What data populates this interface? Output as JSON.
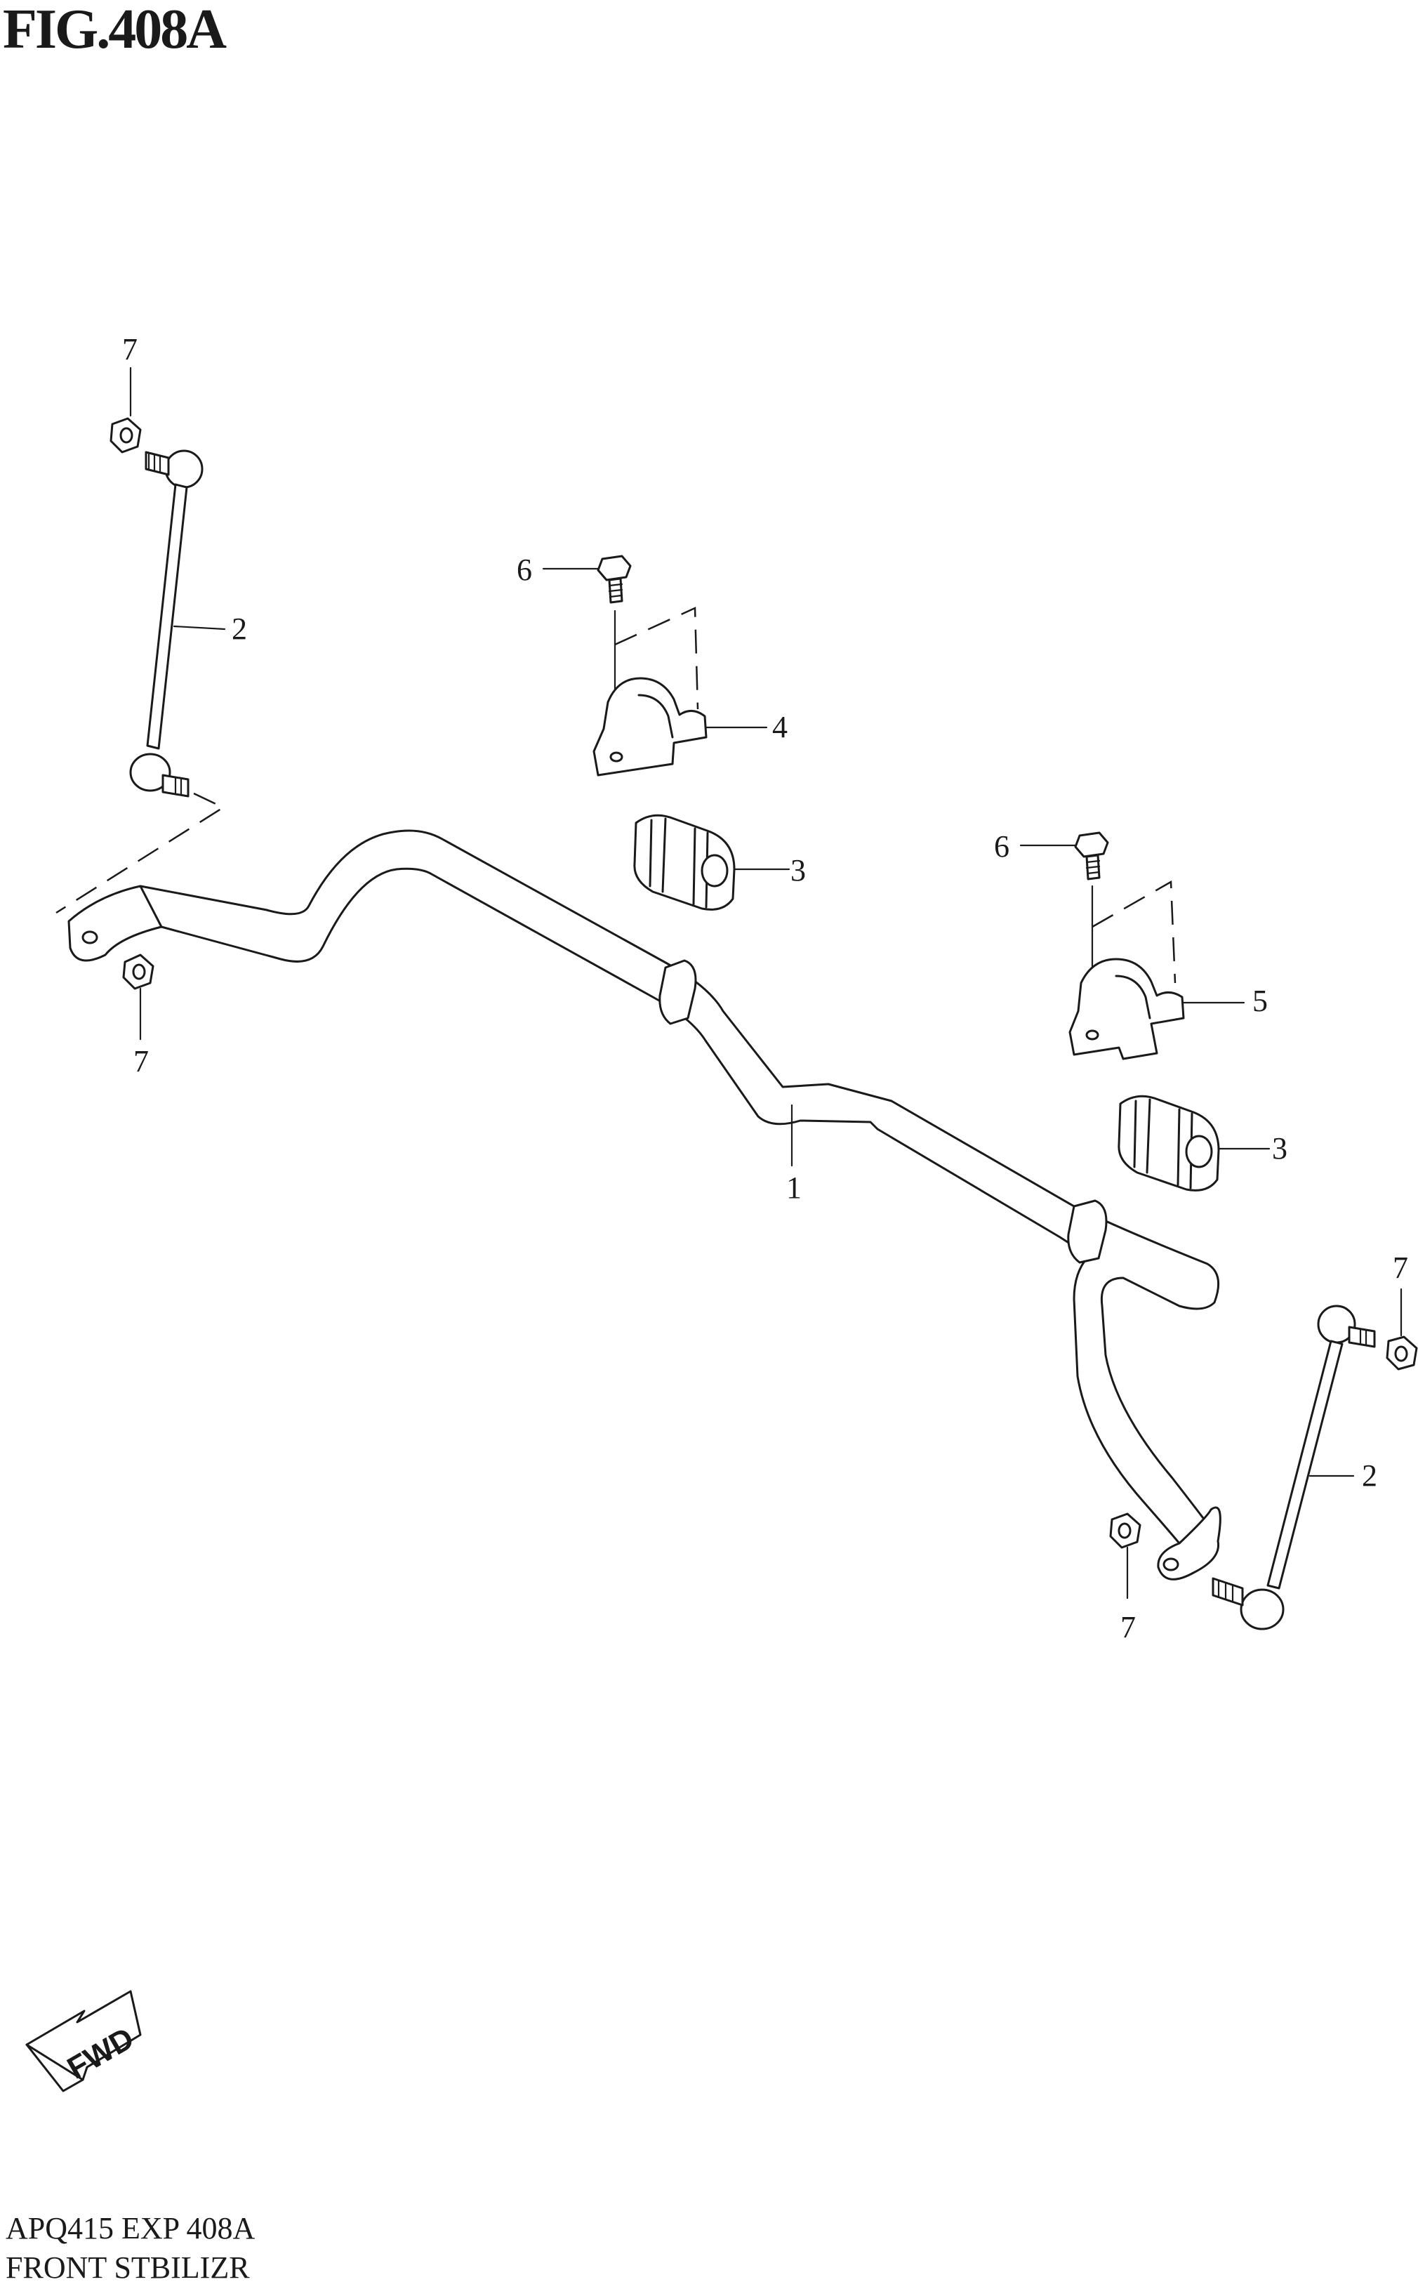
{
  "figure": {
    "title": "FIG.408A"
  },
  "callouts": [
    {
      "id": "c7-top-left",
      "label": "7"
    },
    {
      "id": "c2-left",
      "label": "2"
    },
    {
      "id": "c6-left",
      "label": "6"
    },
    {
      "id": "c4",
      "label": "4"
    },
    {
      "id": "c3-left",
      "label": "3"
    },
    {
      "id": "c6-right",
      "label": "6"
    },
    {
      "id": "c7-left-bottom",
      "label": "7"
    },
    {
      "id": "c5",
      "label": "5"
    },
    {
      "id": "c3-right",
      "label": "3"
    },
    {
      "id": "c1",
      "label": "1"
    },
    {
      "id": "c7-right",
      "label": "7"
    },
    {
      "id": "c2-right",
      "label": "2"
    },
    {
      "id": "c7-bottom-right",
      "label": "7"
    }
  ],
  "direction_arrow": {
    "label": "FWD"
  },
  "footer": {
    "line1": "APQ415 EXP 408A",
    "line2": "FRONT STBILIZR"
  }
}
